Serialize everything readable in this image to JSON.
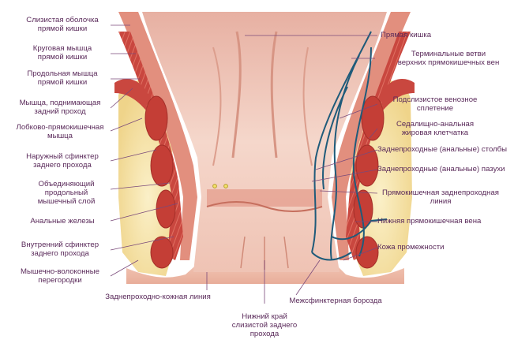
{
  "labels": {
    "left": [
      "Слизистая оболочка\nпрямой кишки",
      "Круговая мышца\nпрямой кишки",
      "Продольная мышца\nпрямой кишки",
      "Мышца, поднимающая\nзадний проход",
      "Лобково-прямокишечная\nмышца",
      "Наружный сфинктер\nзаднего прохода",
      "Объединяющий\nпродольный\nмышечный слой",
      "Анальные железы",
      "Внутренний сфинктер\nзаднего прохода",
      "Мышечно-волоконные\nперегородки"
    ],
    "right": [
      "Прямая кишка",
      "Терминальные ветви\nверхних прямокишечных вен",
      "Подслизистое венозное\nсплетение",
      "Седалищно-анальная\nжировая клетчатка",
      "Заднепроходные (анальные) столбы",
      "Заднепроходные (анальные) пазухи",
      "Прямокишечная заднепроходная\nлиния",
      "Нижняя прямокишечная вена",
      "Кожа промежности"
    ],
    "bottom": [
      "Заднепроходно-кожная линия",
      "Межсфинктерная борозда",
      "Нижний край\nслизистой заднего\nпрохода"
    ]
  },
  "colors": {
    "label_text": "#5a2a5a",
    "leader_line": "#7a4a7a",
    "fat": "#f5e3a8",
    "muscle": "#c8473f",
    "mucosa": "#e9a59a",
    "lumen": "#f3d2c6",
    "vein": "#1f5b7a"
  }
}
